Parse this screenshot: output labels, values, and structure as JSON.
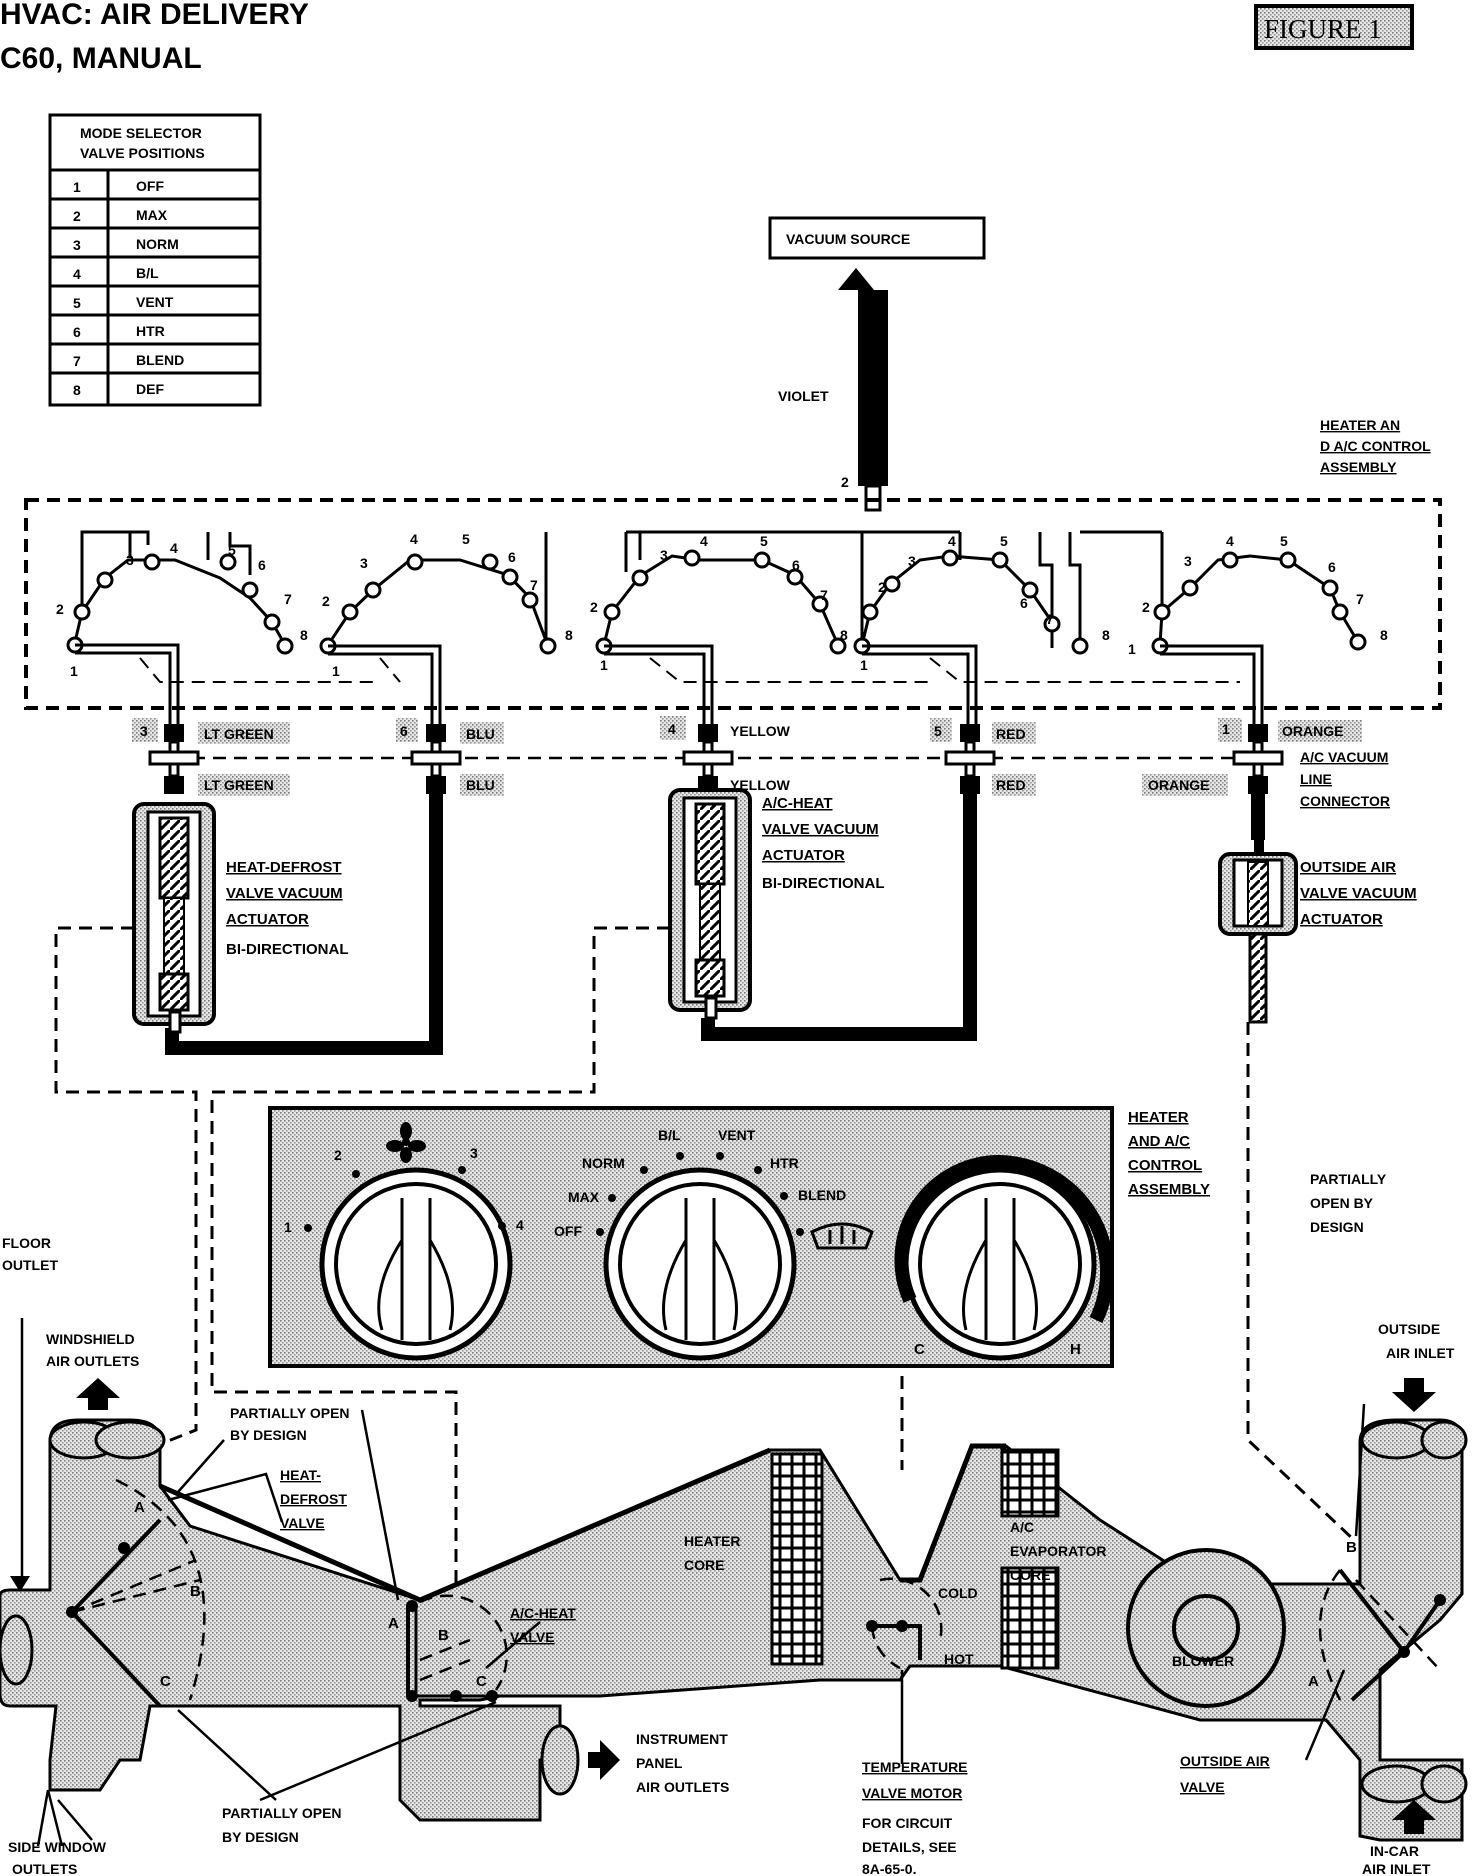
{
  "header": {
    "title": "HVAC: AIR DELIVERY",
    "subtitle": "C60, MANUAL",
    "figure_label": "FIGURE 1"
  },
  "mode_table": {
    "heading_line1": "MODE SELECTOR",
    "heading_line2": "VALVE POSITIONS",
    "rows": [
      {
        "num": "1",
        "name": "OFF"
      },
      {
        "num": "2",
        "name": "MAX"
      },
      {
        "num": "3",
        "name": "NORM"
      },
      {
        "num": "4",
        "name": "B/L"
      },
      {
        "num": "5",
        "name": "VENT"
      },
      {
        "num": "6",
        "name": "HTR"
      },
      {
        "num": "7",
        "name": "BLEND"
      },
      {
        "num": "8",
        "name": "DEF"
      }
    ]
  },
  "vacuum": {
    "source_label": "VACUUM SOURCE",
    "violet_label": "VIOLET",
    "port_number": "2"
  },
  "control_assembly_top": {
    "line1": "HEATER AN",
    "line2": "D A/C CONTROL",
    "line3": "ASSEMBLY"
  },
  "hoses": {
    "lt_green": {
      "num": "3",
      "label": "LT GREEN"
    },
    "blu": {
      "num": "6",
      "label": "BLU"
    },
    "yellow": {
      "num": "4",
      "label": "YELLOW"
    },
    "red": {
      "num": "5",
      "label": "RED"
    },
    "orange": {
      "num": "1",
      "label": "ORANGE"
    }
  },
  "connector_label": {
    "line1": "A/C VACUUM",
    "line2": "LINE",
    "line3": "CONNECTOR"
  },
  "actuators": {
    "heat_defrost": {
      "line1": "HEAT-DEFROST",
      "line2": "VALVE VACUUM",
      "line3": "ACTUATOR",
      "line4": "BI-DIRECTIONAL"
    },
    "ac_heat": {
      "line1": "A/C-HEAT",
      "line2": "VALVE VACUUM",
      "line3": "ACTUATOR",
      "line4": "BI-DIRECTIONAL"
    },
    "outside_air": {
      "line1": "OUTSIDE AIR",
      "line2": "VALVE VACUUM",
      "line3": "ACTUATOR"
    }
  },
  "control_panel": {
    "fan_positions": [
      "1",
      "2",
      "3",
      "4"
    ],
    "mode_labels": {
      "off": "OFF",
      "max": "MAX",
      "norm": "NORM",
      "bl": "B/L",
      "vent": "VENT",
      "htr": "HTR",
      "blend": "BLEND"
    },
    "temp_cold": "C",
    "temp_hot": "H",
    "side_label": {
      "line1": "HEATER",
      "line2": "AND A/C",
      "line3": "CONTROL",
      "line4": "ASSEMBLY"
    }
  },
  "duct_labels": {
    "floor_outlet": {
      "line1": "FLOOR",
      "line2": "OUTLET"
    },
    "windshield": {
      "line1": "WINDSHIELD",
      "line2": "AIR OUTLETS"
    },
    "partially_open_top": {
      "line1": "PARTIALLY OPEN",
      "line2": "BY DESIGN"
    },
    "heat_defrost_valve": {
      "line1": "HEAT-",
      "line2": "DEFROST",
      "line3": "VALVE"
    },
    "ac_heat_valve": {
      "line1": "A/C-HEAT",
      "line2": "VALVE"
    },
    "heater_core": {
      "line1": "HEATER",
      "line2": "CORE"
    },
    "evaporator": {
      "line1": "A/C",
      "line2": "EVAPORATOR",
      "line3": "CORE"
    },
    "cold": "COLD",
    "hot": "HOT",
    "blower": "BLOWER",
    "partially_open_right": {
      "line1": "PARTIALLY",
      "line2": "OPEN BY",
      "line3": "DESIGN"
    },
    "outside_air_inlet": {
      "line1": "OUTSIDE",
      "line2": "AIR INLET"
    },
    "instrument_panel": {
      "line1": "INSTRUMENT",
      "line2": "PANEL",
      "line3": "AIR OUTLETS"
    },
    "temperature_motor": {
      "line1": "TEMPERATURE",
      "line2": "VALVE MOTOR",
      "line3": "FOR CIRCUIT",
      "line4": "DETAILS, SEE",
      "line5": "8A-65-0."
    },
    "outside_air_valve": {
      "line1": "OUTSIDE AIR",
      "line2": "VALVE"
    },
    "partially_open_bottom": {
      "line1": "PARTIALLY OPEN",
      "line2": "BY DESIGN"
    },
    "side_window": {
      "line1": "SIDE WINDOW",
      "line2": "OUTLETS"
    },
    "in_car_inlet": {
      "line1": "IN-CAR",
      "line2": "AIR INLET"
    },
    "door_a": "A",
    "door_b": "B",
    "door_c": "C"
  },
  "colors": {
    "stipple": "#d8d8d8",
    "ink": "#000000"
  }
}
